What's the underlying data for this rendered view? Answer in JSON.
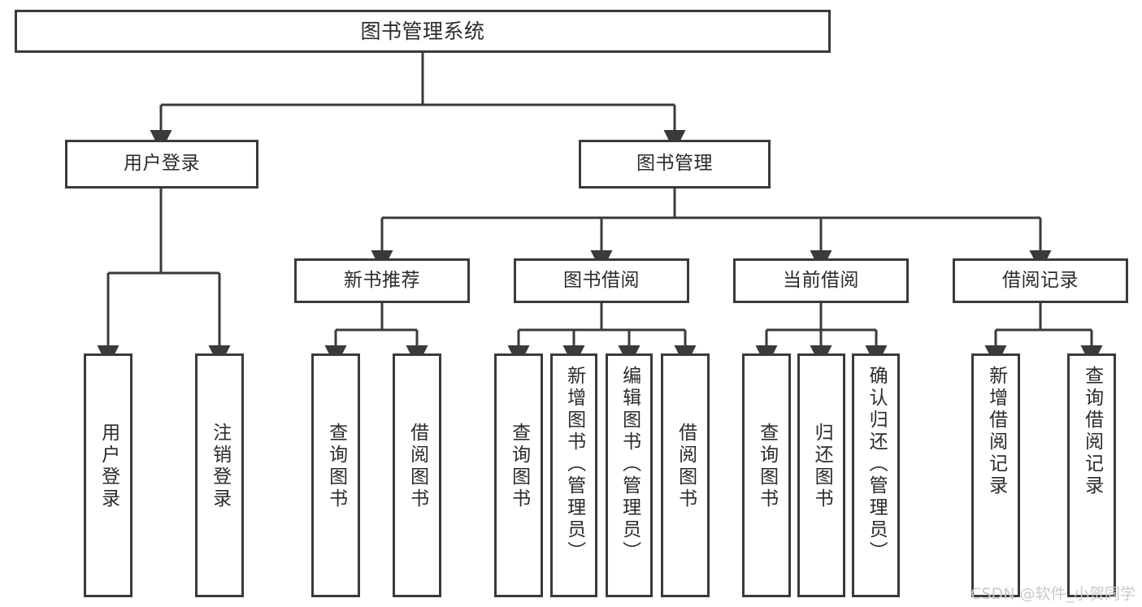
{
  "diagram": {
    "type": "tree-hierarchy",
    "title": "图书管理系统",
    "orientation": "top-down",
    "colors": {
      "box_border": "#3a3a3a",
      "box_fill": "#ffffff",
      "connector": "#3a3a3a",
      "text": "#2b2b2b",
      "watermark": "#c9c9c9"
    },
    "nodes": {
      "root": {
        "label": "图书管理系统",
        "level": 0
      },
      "user_login": {
        "label": "用户登录",
        "level": 1
      },
      "book_manage": {
        "label": "图书管理",
        "level": 1
      },
      "new_book_rec": {
        "label": "新书推荐",
        "level": 2
      },
      "book_borrow": {
        "label": "图书借阅",
        "level": 2
      },
      "current_borrow": {
        "label": "当前借阅",
        "level": 2
      },
      "borrow_record": {
        "label": "借阅记录",
        "level": 2
      },
      "leaf_user_login": {
        "label": "用户登录",
        "level": 3
      },
      "leaf_logout": {
        "label": "注销登录",
        "level": 3
      },
      "leaf_query_book_1": {
        "label": "查询图书",
        "level": 3
      },
      "leaf_borrow_book_1": {
        "label": "借阅图书",
        "level": 3
      },
      "leaf_query_book_2": {
        "label": "查询图书",
        "level": 3
      },
      "leaf_add_book": {
        "label": "新增图书（管理员）",
        "level": 3
      },
      "leaf_edit_book": {
        "label": "编辑图书（管理员）",
        "level": 3
      },
      "leaf_borrow_book_2": {
        "label": "借阅图书",
        "level": 3
      },
      "leaf_query_book_3": {
        "label": "查询图书",
        "level": 3
      },
      "leaf_return_book": {
        "label": "归还图书",
        "level": 3
      },
      "leaf_confirm_return": {
        "label": "确认归还（管理员）",
        "level": 3
      },
      "leaf_add_record": {
        "label": "新增借阅记录",
        "level": 3
      },
      "leaf_query_record": {
        "label": "查询借阅记录",
        "level": 3
      }
    },
    "edges": [
      {
        "from": "root",
        "to": "user_login"
      },
      {
        "from": "root",
        "to": "book_manage"
      },
      {
        "from": "user_login",
        "to": "leaf_user_login"
      },
      {
        "from": "user_login",
        "to": "leaf_logout"
      },
      {
        "from": "book_manage",
        "to": "new_book_rec"
      },
      {
        "from": "book_manage",
        "to": "book_borrow"
      },
      {
        "from": "book_manage",
        "to": "current_borrow"
      },
      {
        "from": "book_manage",
        "to": "borrow_record"
      },
      {
        "from": "new_book_rec",
        "to": "leaf_query_book_1"
      },
      {
        "from": "new_book_rec",
        "to": "leaf_borrow_book_1"
      },
      {
        "from": "book_borrow",
        "to": "leaf_query_book_2"
      },
      {
        "from": "book_borrow",
        "to": "leaf_add_book"
      },
      {
        "from": "book_borrow",
        "to": "leaf_edit_book"
      },
      {
        "from": "book_borrow",
        "to": "leaf_borrow_book_2"
      },
      {
        "from": "current_borrow",
        "to": "leaf_query_book_3"
      },
      {
        "from": "current_borrow",
        "to": "leaf_return_book"
      },
      {
        "from": "current_borrow",
        "to": "leaf_confirm_return"
      },
      {
        "from": "borrow_record",
        "to": "leaf_add_record"
      },
      {
        "from": "borrow_record",
        "to": "leaf_query_record"
      }
    ]
  },
  "watermark": {
    "text": "CSDN @软件_小贺同学"
  }
}
